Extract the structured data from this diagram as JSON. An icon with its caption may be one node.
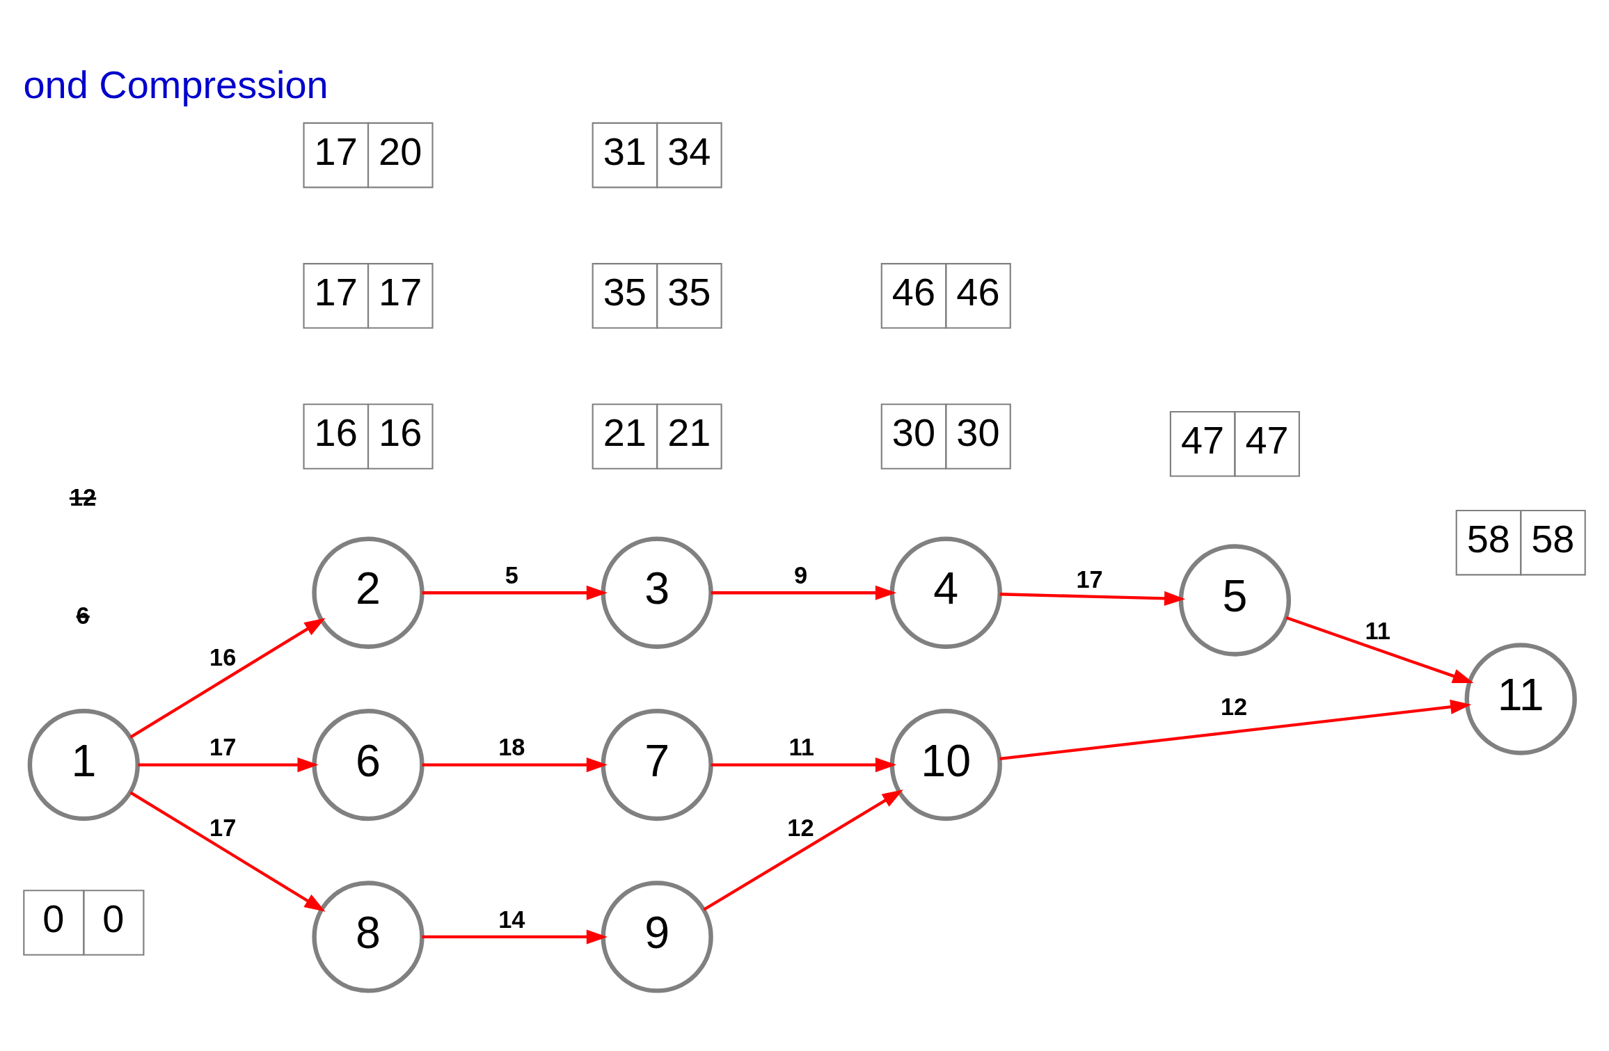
{
  "diagram": {
    "title": "ond Compression",
    "nodes": [
      {
        "text": [
          "1"
        ],
        "beside": [
          "0",
          "0"
        ]
      },
      {
        "text": [
          "2"
        ],
        "beside": [
          "16",
          "16"
        ]
      },
      {
        "text": [
          "3"
        ],
        "beside": [
          "21",
          "21"
        ]
      },
      {
        "text": [
          "4"
        ],
        "beside": [
          "30",
          "30"
        ]
      },
      {
        "text": [
          "5"
        ],
        "beside": [
          "47",
          "47"
        ]
      },
      {
        "text": [
          "6"
        ],
        "beside": [
          "17",
          "17"
        ]
      },
      {
        "text": [
          "7"
        ],
        "beside": [
          "35",
          "35"
        ]
      },
      {
        "text": [
          "8"
        ],
        "beside": [
          "17",
          "20"
        ]
      },
      {
        "text": [
          "9"
        ],
        "beside": [
          "31",
          "34"
        ]
      },
      {
        "text": [
          "10"
        ],
        "beside": [
          "46",
          "46"
        ]
      },
      {
        "text": [
          "11"
        ],
        "beside": [
          "58",
          "58"
        ]
      }
    ],
    "edges": [
      {
        "from": 0,
        "to": 1,
        "arrow": "to",
        "label": "16"
      },
      {
        "from": 1,
        "to": 2,
        "arrow": "to",
        "label": "5"
      },
      {
        "from": 2,
        "to": 3,
        "arrow": "to",
        "label": "9"
      },
      {
        "from": 3,
        "to": 4,
        "arrow": "to",
        "label": "17"
      },
      {
        "from": 4,
        "to": 10,
        "arrow": "to",
        "label": "11"
      },
      {
        "from": 0,
        "to": 5,
        "arrow": "to",
        "label": "17"
      },
      {
        "from": 5,
        "to": 6,
        "arrow": "to",
        "label": "18"
      },
      {
        "from": 6,
        "to": 9,
        "arrow": "to",
        "label": "11"
      },
      {
        "from": 9,
        "to": 10,
        "arrow": "to",
        "label": "12"
      },
      {
        "from": 0,
        "to": 7,
        "arrow": "to",
        "label": "17"
      },
      {
        "from": 7,
        "to": 8,
        "arrow": "to",
        "label": "14"
      },
      {
        "from": 8,
        "to": 9,
        "arrow": "to",
        "label": "12"
      }
    ],
    "labels": [
      "6",
      "12"
    ]
  }
}
